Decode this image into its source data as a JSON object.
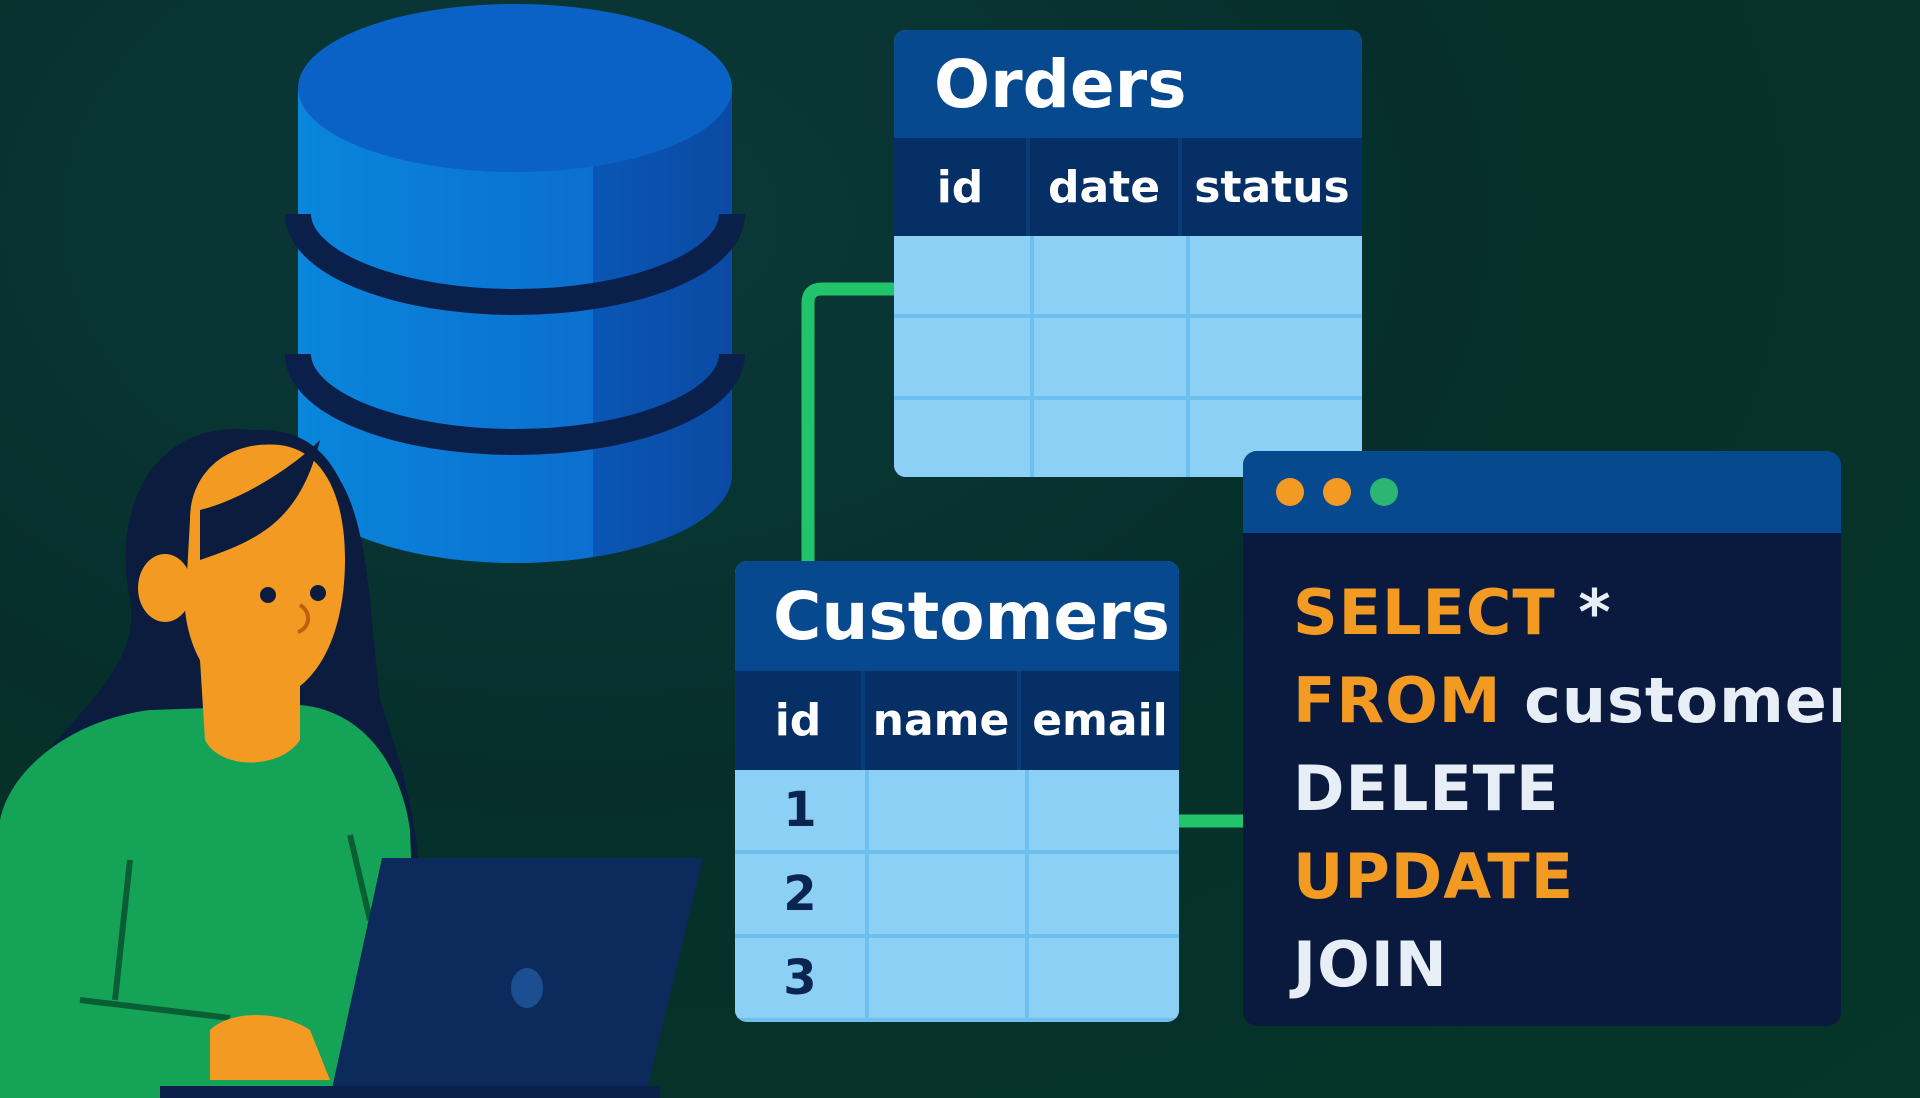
{
  "colors": {
    "background": "#053627",
    "header_blue": "#07498f",
    "cell_blue": "#8dd0f6",
    "keyword_orange": "#f29a22",
    "code_white": "#e8eef5",
    "connector_green": "#22c46b",
    "dot_orange": "#f29a22",
    "dot_green": "#2bb673"
  },
  "icons": [
    "database-icon",
    "person-illustration",
    "laptop-icon"
  ],
  "orders_table": {
    "title": "Orders",
    "columns": [
      "id",
      "date",
      "status"
    ],
    "rows": [
      [
        "",
        "",
        ""
      ],
      [
        "",
        "",
        ""
      ],
      [
        "",
        "",
        ""
      ]
    ]
  },
  "customers_table": {
    "title": "Customers",
    "columns": [
      "id",
      "name",
      "email"
    ],
    "rows": [
      [
        "1",
        "",
        ""
      ],
      [
        "2",
        "",
        ""
      ],
      [
        "3",
        "",
        ""
      ]
    ]
  },
  "sql_editor": {
    "window_dots": [
      "#f29a22",
      "#f29a22",
      "#2bb673"
    ],
    "lines": [
      [
        {
          "text": "SELECT",
          "kind": "keyword"
        },
        {
          "text": " *",
          "kind": "plain"
        }
      ],
      [
        {
          "text": "FROM",
          "kind": "keyword"
        },
        {
          "text": " customers;",
          "kind": "plain"
        }
      ],
      [
        {
          "text": "DELETE",
          "kind": "plain"
        }
      ],
      [
        {
          "text": "UPDATE",
          "kind": "keyword"
        }
      ],
      [
        {
          "text": "JOIN",
          "kind": "plain"
        }
      ]
    ]
  }
}
